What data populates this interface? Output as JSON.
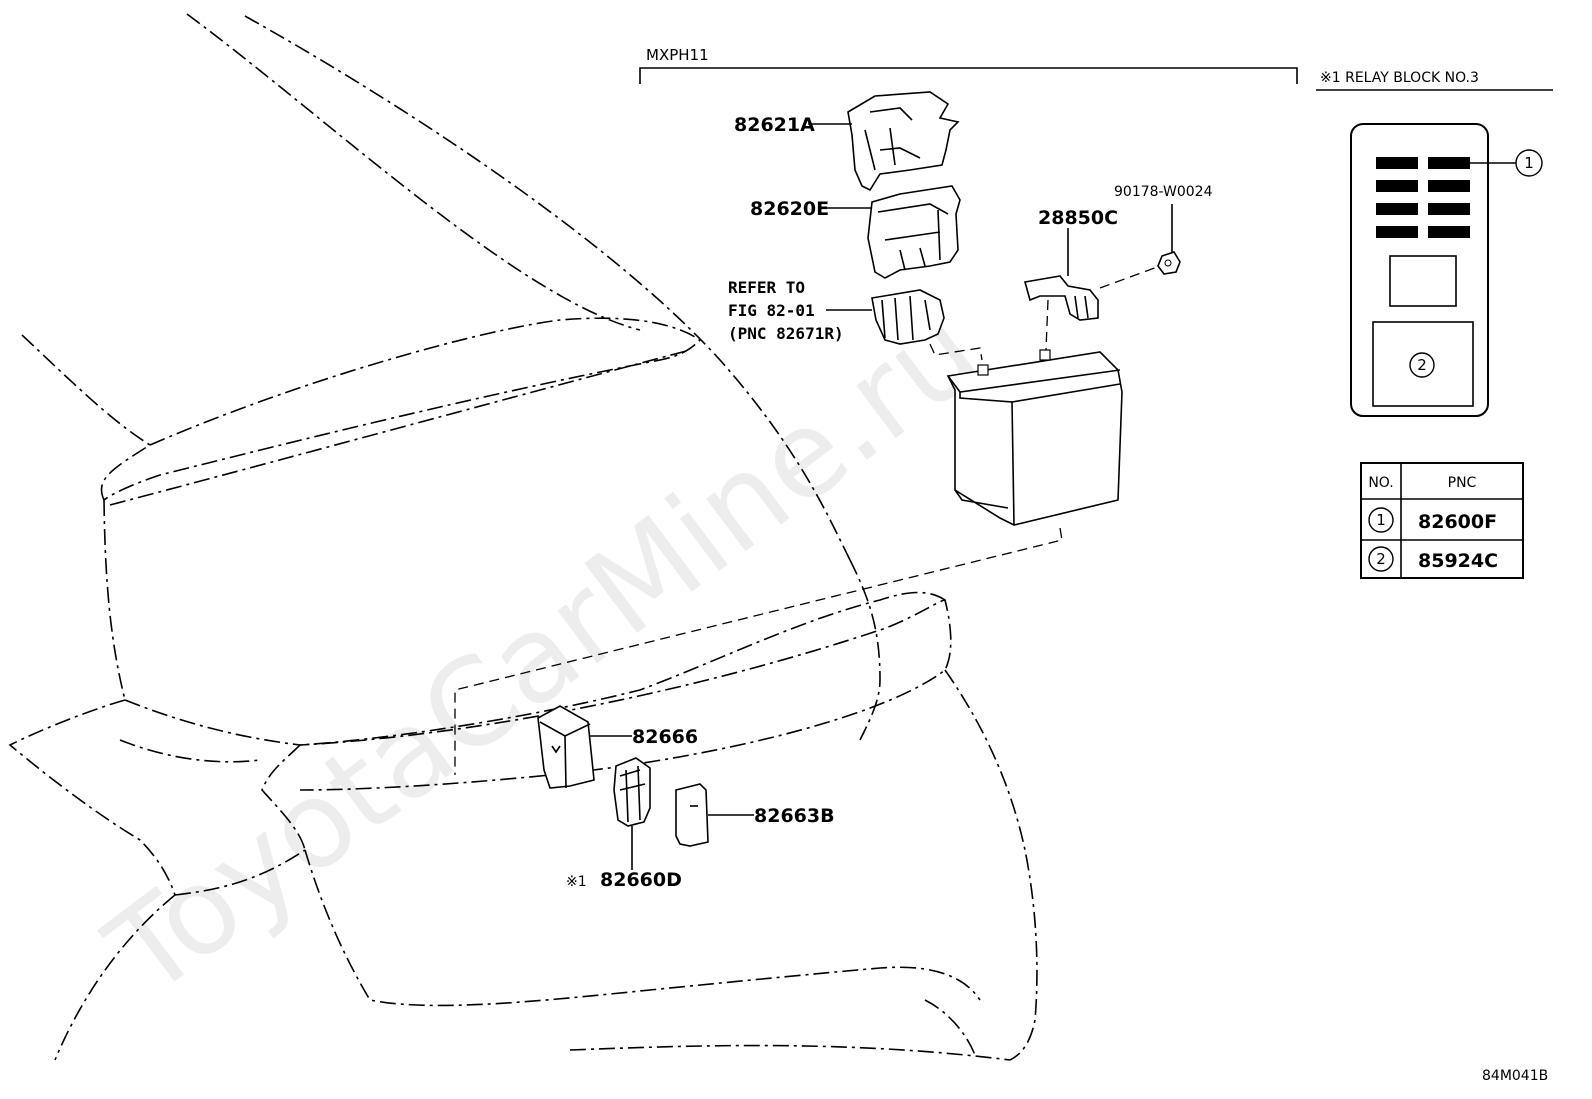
{
  "header": {
    "model": "MXPH11",
    "relay_block_title": "※1  RELAY BLOCK NO.3"
  },
  "parts": {
    "p82621a": "82621A",
    "p82620e": "82620E",
    "p28850c": "28850C",
    "p90178": "90178-W0024",
    "refer_line1": "REFER TO",
    "refer_line2": "FIG 82-01",
    "refer_line3": "(PNC 82671R)",
    "p82666": "82666",
    "p82663b": "82663B",
    "p82660d": "82660D",
    "p82660d_mark": "※1"
  },
  "relay_block": {
    "callout_1": "1",
    "callout_2": "2"
  },
  "table": {
    "col_no": "NO.",
    "col_pnc": "PNC",
    "rows": [
      {
        "no": "1",
        "pnc": "82600F"
      },
      {
        "no": "2",
        "pnc": "85924C"
      }
    ]
  },
  "watermark": "ToyotaCarMine.ru",
  "figure_code": "84M041B"
}
